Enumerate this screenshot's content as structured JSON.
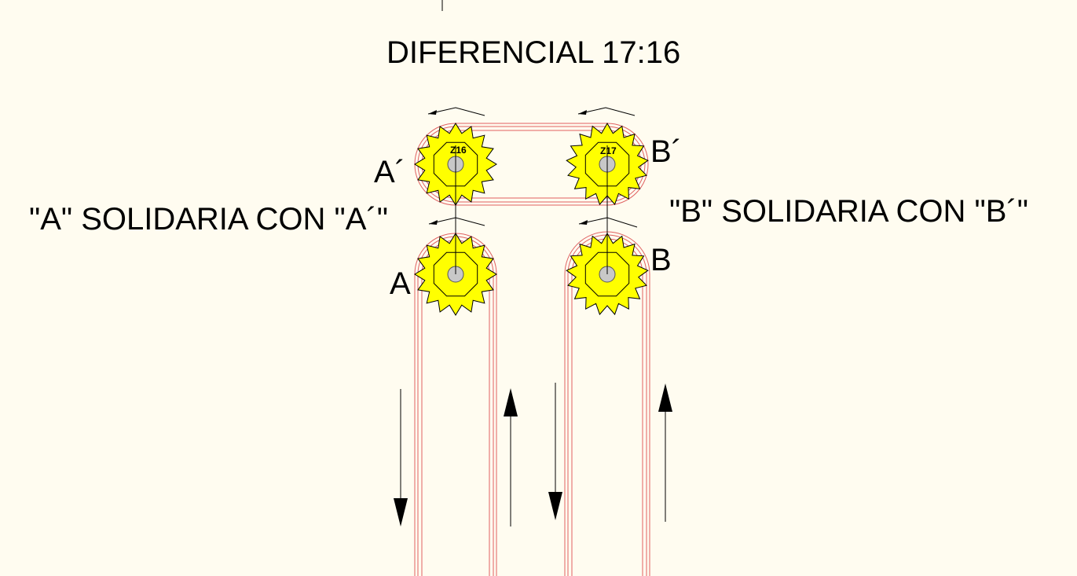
{
  "drawing": {
    "title": "DIFERENCIAL 17:16",
    "note_left": "\"A\" SOLIDARIA CON \"A´\"",
    "note_right": "\"B\" SOLIDARIA CON \"B´\""
  },
  "gears": {
    "a_prime": {
      "label": "A´",
      "teeth_label": "Z16"
    },
    "b_prime": {
      "label": "B´",
      "teeth_label": "Z17"
    },
    "a": {
      "label": "A"
    },
    "b": {
      "label": "B"
    }
  },
  "colors": {
    "background": "#fffcf0",
    "gear_fill": "#ffff00",
    "chain": "#e06060",
    "hub": "#c8c8c8",
    "line": "#000000"
  }
}
